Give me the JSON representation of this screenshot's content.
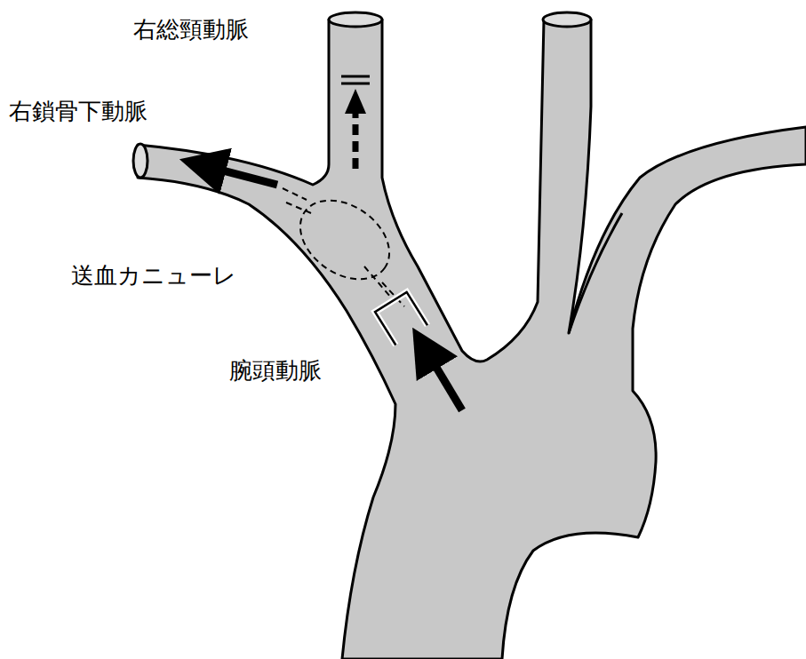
{
  "diagram": {
    "labels": [
      "右総頸動脈",
      "右鎖骨下動脈",
      "送血カニューレ",
      "腕頭動脈"
    ]
  }
}
